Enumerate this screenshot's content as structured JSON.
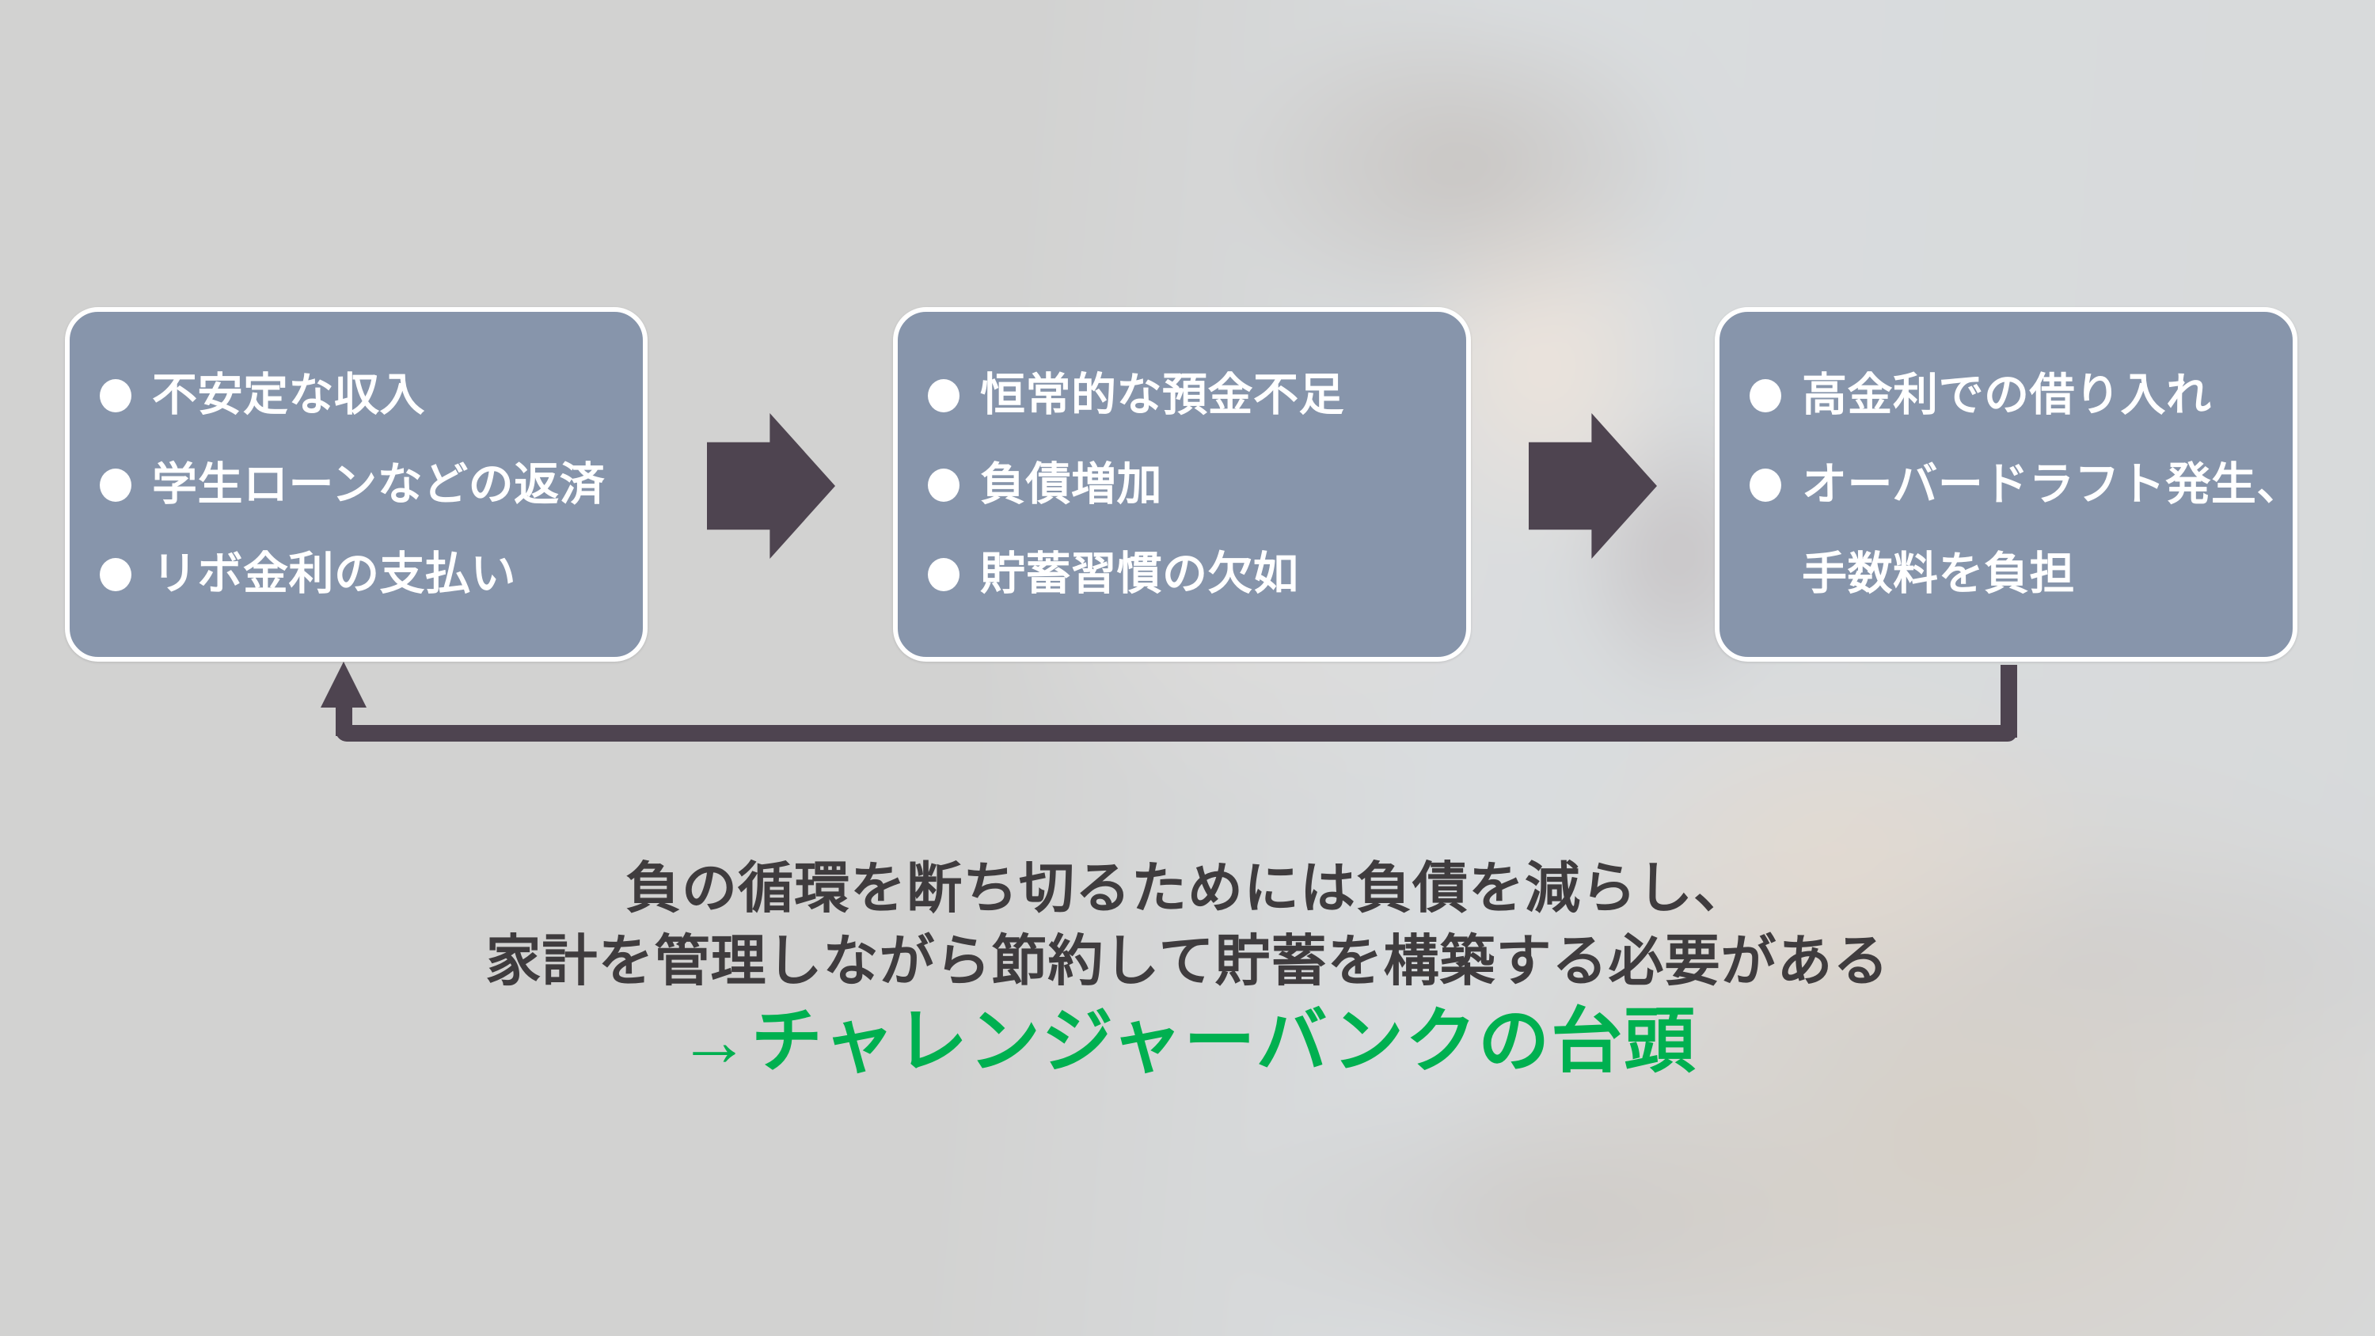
{
  "slide": {
    "type": "flow-diagram-slide",
    "flow_boxes": [
      {
        "items": [
          "不安定な収入",
          "学生ローンなどの返済",
          "リボ金利の支払い"
        ]
      },
      {
        "items": [
          "恒常的な預金不足",
          "負債増加",
          "貯蓄習慣の欠如"
        ]
      },
      {
        "items": [
          "高金利での借り入れ",
          "オーバードラフト発生、\n手数料を負担"
        ]
      }
    ],
    "connector_icons": [
      "right-block-arrow",
      "right-block-arrow",
      "loop-back-up-arrow"
    ],
    "summary": {
      "line1": "負の循環を断ち切るためには負債を減らし、",
      "line2": "家計を管理しながら節約して貯蓄を構築する必要がある",
      "highlight": "→チャレンジャーバンクの台頭"
    }
  },
  "colors": {
    "background": "#D2D2D1",
    "box_fill": "#8795AB",
    "box_border": "#FFFFFF",
    "box_text": "#FFFFFF",
    "arrow": "#4E4450",
    "summary_text": "#3F3C3E",
    "highlight_green": "#00B050"
  }
}
